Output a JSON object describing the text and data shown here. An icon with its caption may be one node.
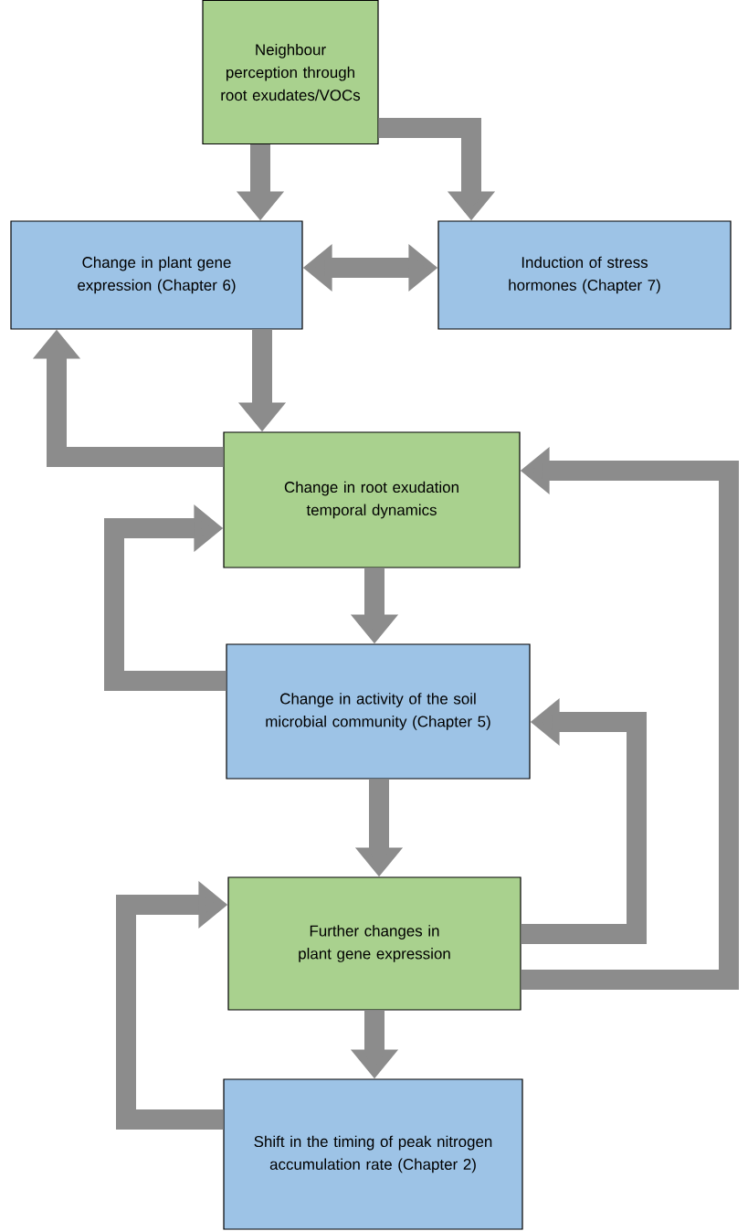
{
  "diagram": {
    "nodes": [
      {
        "text": [
          "Neighbour perception through root exudates/VOCs"
        ]
      },
      {
        "text": [
          "Change in plant gene expression (Chapter 6)"
        ]
      },
      {
        "text": [
          "Induction of stress hormones (Chapter 7)"
        ]
      },
      {
        "text": [
          "Change in root exudation temporal dynamics"
        ]
      },
      {
        "text": [
          "Change in activity of the soil microbial community (Chapter 5)"
        ]
      },
      {
        "text": [
          "Further changes in plant gene expression"
        ]
      },
      {
        "text": [
          "Shift in the timing of peak nitrogen accumulation rate (Chapter 2)"
        ]
      }
    ],
    "edges": [
      {
        "from": 0,
        "to": 1,
        "arrow": "to"
      },
      {
        "from": 0,
        "to": 2,
        "arrow": "to"
      },
      {
        "from": 1,
        "to": 2,
        "arrow": "both"
      },
      {
        "from": 1,
        "to": 3,
        "arrow": "to"
      },
      {
        "from": 3,
        "to": 1,
        "arrow": "to"
      },
      {
        "from": 3,
        "to": 4,
        "arrow": "to"
      },
      {
        "from": 4,
        "to": 3,
        "arrow": "to"
      },
      {
        "from": 4,
        "to": 5,
        "arrow": "to"
      },
      {
        "from": 5,
        "to": 4,
        "arrow": "to"
      },
      {
        "from": 5,
        "to": 3,
        "arrow": "to"
      },
      {
        "from": 5,
        "to": 6,
        "arrow": "to"
      },
      {
        "from": 6,
        "to": 5,
        "arrow": "to"
      }
    ]
  }
}
